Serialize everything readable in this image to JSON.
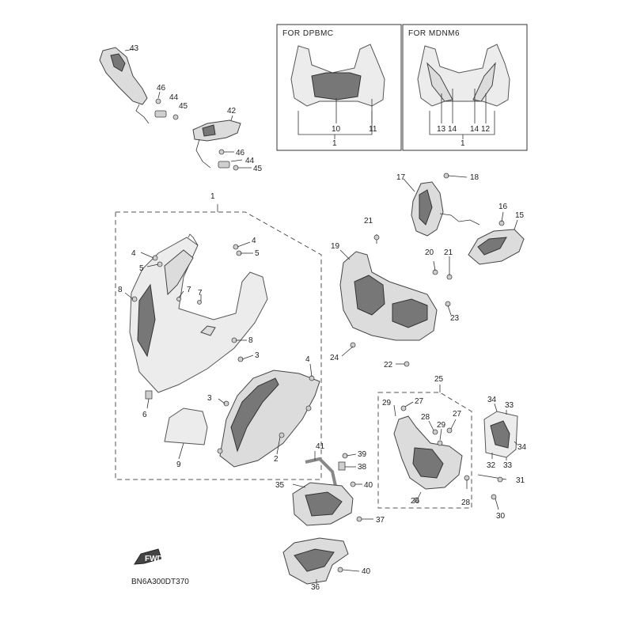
{
  "diagram_code": "BN6A300DT370",
  "fwd_label": "FWD",
  "insets": [
    {
      "title": "FOR  DPBMC",
      "callouts": [
        "10",
        "11",
        "1"
      ]
    },
    {
      "title": "FOR  MDNM6",
      "callouts": [
        "13",
        "14",
        "14",
        "12",
        "1"
      ]
    }
  ],
  "callouts": {
    "c1": "1",
    "c2": "2",
    "c3a": "3",
    "c3b": "3",
    "c4a": "4",
    "c4b": "4",
    "c4c": "4",
    "c5a": "5",
    "c5b": "5",
    "c6": "6",
    "c7a": "7",
    "c7b": "7",
    "c8a": "8",
    "c8b": "8",
    "c9": "9",
    "c15": "15",
    "c16": "16",
    "c17": "17",
    "c18": "18",
    "c19": "19",
    "c20": "20",
    "c21a": "21",
    "c21b": "21",
    "c22": "22",
    "c23": "23",
    "c24": "24",
    "c25": "25",
    "c26": "26",
    "c27a": "27",
    "c27b": "27",
    "c28a": "28",
    "c28b": "28",
    "c29a": "29",
    "c29b": "29",
    "c30": "30",
    "c31": "31",
    "c32": "32",
    "c33a": "33",
    "c33b": "33",
    "c34a": "34",
    "c34b": "34",
    "c35": "35",
    "c36": "36",
    "c37": "37",
    "c38": "38",
    "c39": "39",
    "c40a": "40",
    "c40b": "40",
    "c41": "41",
    "c42": "42",
    "c43": "43",
    "c44a": "44",
    "c44b": "44",
    "c45a": "45",
    "c45b": "45",
    "c46a": "46",
    "c46b": "46"
  }
}
